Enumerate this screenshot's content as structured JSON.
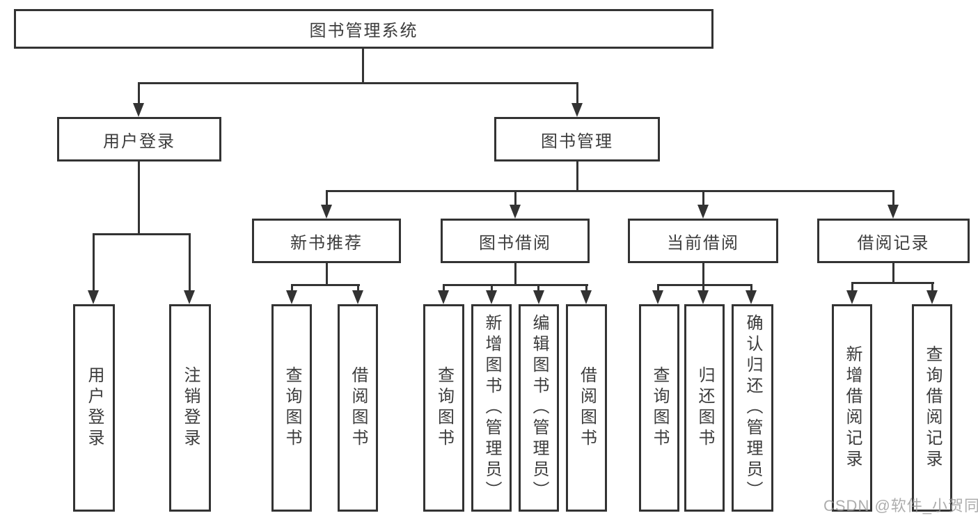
{
  "tree": {
    "root": {
      "label": "图书管理系统"
    },
    "user_branch": {
      "label": "用户登录",
      "children": [
        {
          "label": "用户登录"
        },
        {
          "label": "注销登录"
        }
      ]
    },
    "book_branch": {
      "label": "图书管理",
      "groups": [
        {
          "label": "新书推荐",
          "children": [
            {
              "label": "查询图书"
            },
            {
              "label": "借阅图书"
            }
          ]
        },
        {
          "label": "图书借阅",
          "children": [
            {
              "label": "查询图书"
            },
            {
              "label": "新增图书（管理员）"
            },
            {
              "label": "编辑图书（管理员）"
            },
            {
              "label": "借阅图书"
            }
          ]
        },
        {
          "label": "当前借阅",
          "children": [
            {
              "label": "查询图书"
            },
            {
              "label": "归还图书"
            },
            {
              "label": "确认归还（管理员）"
            }
          ]
        },
        {
          "label": "借阅记录",
          "children": [
            {
              "label": "新增借阅记录"
            },
            {
              "label": "查询借阅记录"
            }
          ]
        }
      ]
    }
  },
  "watermark": "CSDN @软件_小贺同学",
  "colors": {
    "line": "#333333",
    "text": "#3c3c3c",
    "background": "#ffffff",
    "watermark": "#969696"
  }
}
